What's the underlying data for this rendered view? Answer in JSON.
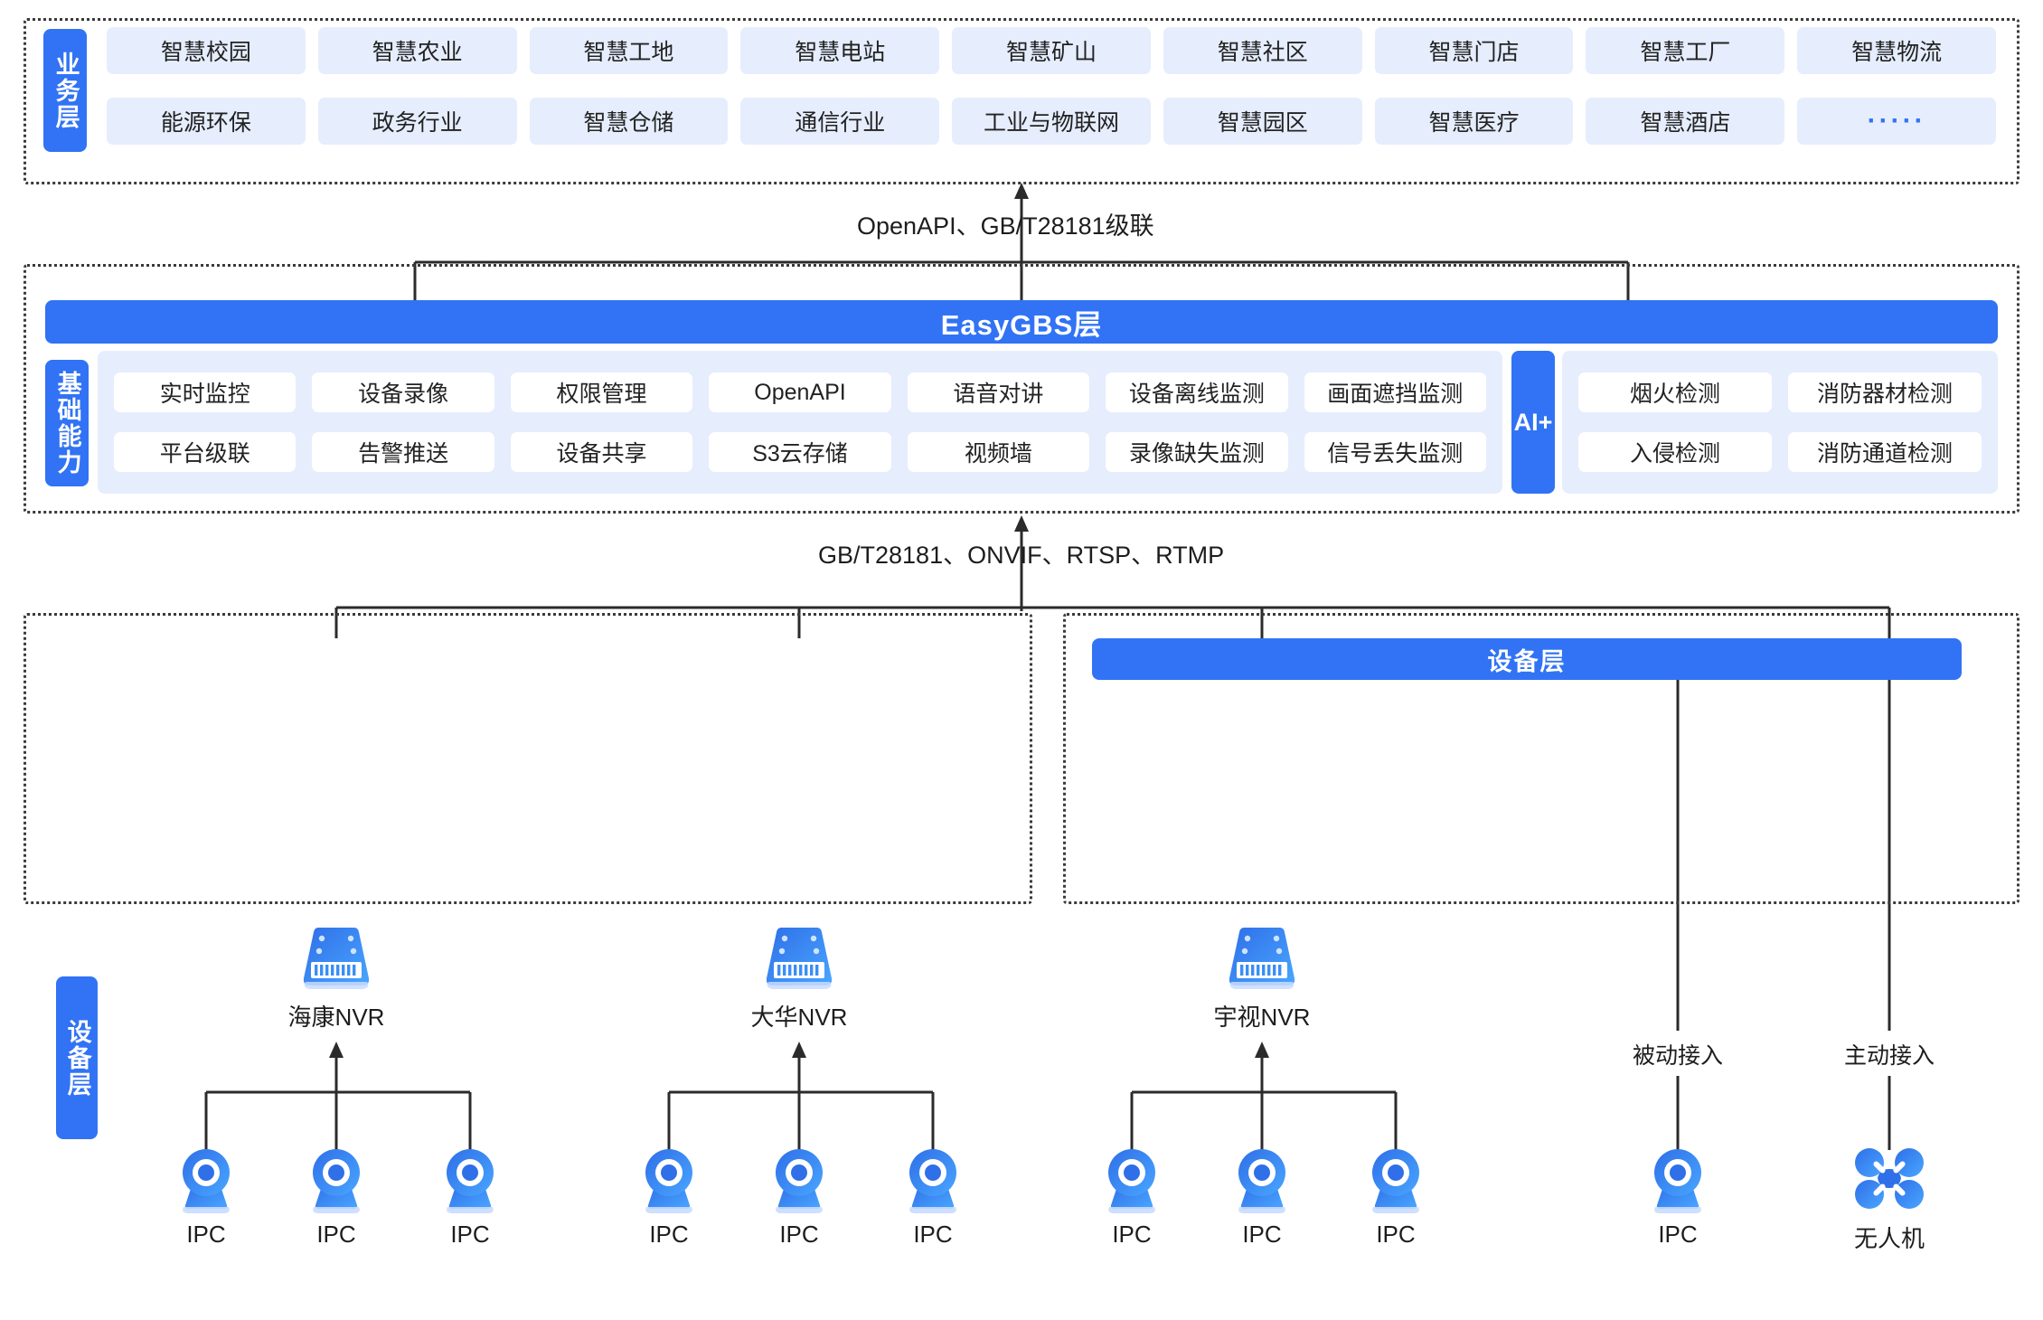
{
  "business_layer": {
    "tab_label": "业务层",
    "items": [
      "智慧校园",
      "智慧农业",
      "智慧工地",
      "智慧电站",
      "智慧矿山",
      "智慧社区",
      "智慧门店",
      "智慧工厂",
      "智慧物流",
      "能源环保",
      "政务行业",
      "智慧仓储",
      "通信行业",
      "工业与物联网",
      "智慧园区",
      "智慧医疗",
      "智慧酒店",
      "·····"
    ]
  },
  "connectors": {
    "top_protocol": "OpenAPI、GB/T28181级联",
    "bottom_protocol": "GB/T28181、ONVIF、RTSP、RTMP"
  },
  "platform_layer": {
    "title": "EasyGBS层",
    "capability_tab_label": "基础能力",
    "capabilities": [
      "实时监控",
      "设备录像",
      "权限管理",
      "OpenAPI",
      "语音对讲",
      "设备离线监测",
      "画面遮挡监测",
      "平台级联",
      "告警推送",
      "设备共享",
      "S3云存储",
      "视频墙",
      "录像缺失监测",
      "信号丢失监测"
    ],
    "ai_tab_label": "AI+",
    "ai_capabilities": [
      "烟火检测",
      "消防器材检测",
      "入侵检测",
      "消防通道检测"
    ]
  },
  "device_layer": {
    "tab_label": "设备层",
    "right_bar_label": "设备层",
    "nvrs": [
      {
        "label": "海康NVR",
        "cameras": [
          "IPC",
          "IPC",
          "IPC"
        ]
      },
      {
        "label": "大华NVR",
        "cameras": [
          "IPC",
          "IPC",
          "IPC"
        ]
      },
      {
        "label": "宇视NVR",
        "cameras": [
          "IPC",
          "IPC",
          "IPC"
        ]
      }
    ],
    "direct": [
      {
        "mode": "被动接入",
        "label": "IPC",
        "icon": "camera-icon"
      },
      {
        "mode": "主动接入",
        "label": "无人机",
        "icon": "drone-icon"
      }
    ]
  },
  "colors": {
    "brand_blue": "#3173f4",
    "chip_bg": "#e6edfd",
    "line": "#2b2b2b"
  }
}
